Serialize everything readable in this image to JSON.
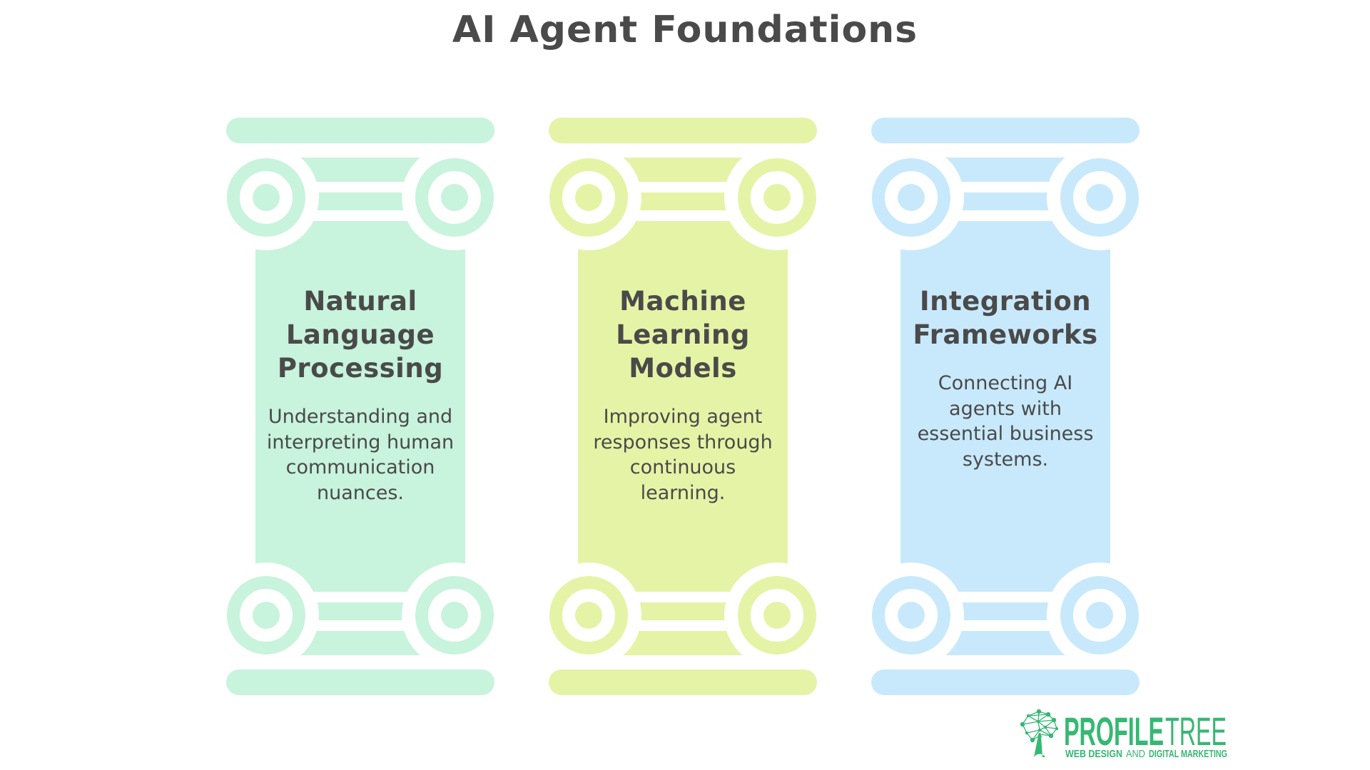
{
  "title": "AI Agent Foundations",
  "pillars": [
    {
      "heading": "Natural Language Processing",
      "description": "Understanding and interpreting human communication nuances.",
      "color": "#C8F3DC"
    },
    {
      "heading": "Machine Learning Models",
      "description": "Improving agent responses through continuous learning.",
      "color": "#E5F3A6"
    },
    {
      "heading": "Integration Frameworks",
      "description": "Connecting AI agents with essential business systems.",
      "color": "#C8E9FB"
    }
  ],
  "footer_logo": {
    "brand_primary": "PROFILE",
    "brand_secondary": "TREE",
    "tagline_part1": "WEB DESIGN",
    "tagline_part2": "AND",
    "tagline_part3": "DIGITAL MARKETING",
    "color": "#35B873",
    "icon": "network-tree-icon"
  },
  "colors": {
    "background": "#FFFFFF",
    "text": "#4A4A4A"
  }
}
